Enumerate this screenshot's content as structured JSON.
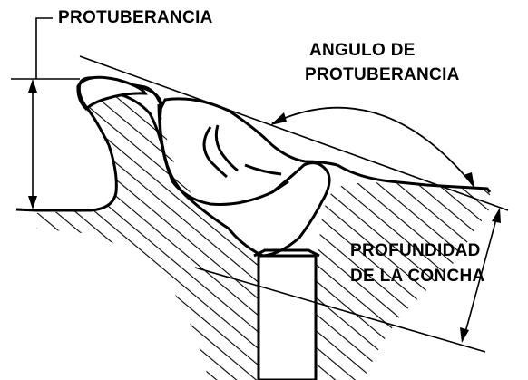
{
  "labels": {
    "protuberance": "PROTUBERANCIA",
    "angle_line1": "ANGULO DE",
    "angle_line2": "PROTUBERANCIA",
    "depth_line1": "PROFUNDIDAD",
    "depth_line2": "DE LA CONCHA"
  }
}
